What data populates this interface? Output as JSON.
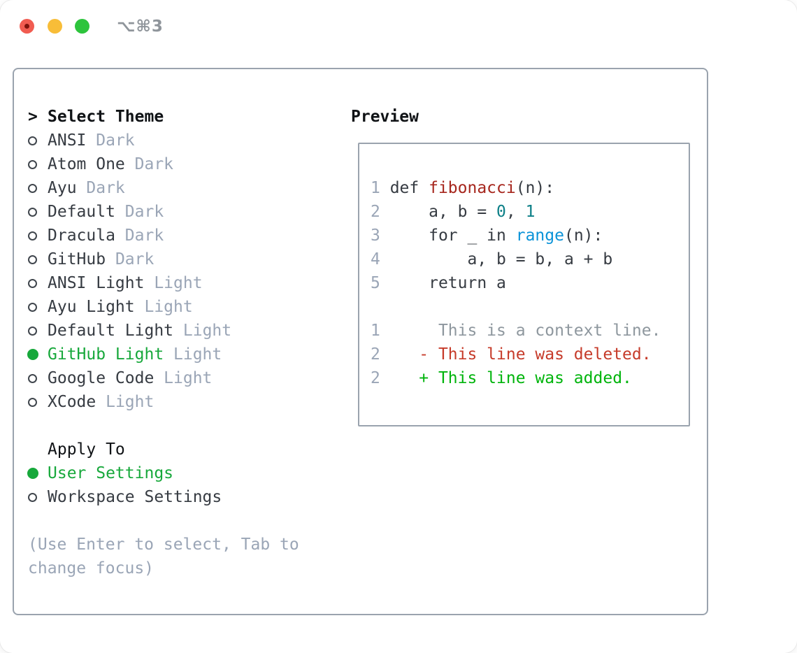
{
  "window": {
    "title": "⌥⌘3",
    "traffic_lights": [
      "close",
      "minimize",
      "zoom"
    ]
  },
  "colors": {
    "selected_green": "#17a83b",
    "added_green": "#00b40c",
    "deleted_red": "#c63b2a",
    "function_red": "#a6261d",
    "number_teal": "#0c7f87",
    "builtin_blue": "#0b93d8",
    "muted_gray": "#9aa5b6",
    "text_dark": "#363b42",
    "panel_border": "#9aa3ae"
  },
  "theme_section": {
    "prompt": ">",
    "title": "Select Theme",
    "options": [
      {
        "name": "ANSI",
        "variant": "Dark",
        "selected": false
      },
      {
        "name": "Atom One",
        "variant": "Dark",
        "selected": false
      },
      {
        "name": "Ayu",
        "variant": "Dark",
        "selected": false
      },
      {
        "name": "Default",
        "variant": "Dark",
        "selected": false
      },
      {
        "name": "Dracula",
        "variant": "Dark",
        "selected": false
      },
      {
        "name": "GitHub",
        "variant": "Dark",
        "selected": false
      },
      {
        "name": "ANSI Light",
        "variant": "Light",
        "selected": false
      },
      {
        "name": "Ayu Light",
        "variant": "Light",
        "selected": false
      },
      {
        "name": "Default Light",
        "variant": "Light",
        "selected": false
      },
      {
        "name": "GitHub Light",
        "variant": "Light",
        "selected": true
      },
      {
        "name": "Google Code",
        "variant": "Light",
        "selected": false
      },
      {
        "name": "XCode",
        "variant": "Light",
        "selected": false
      }
    ]
  },
  "apply_section": {
    "title": "Apply To",
    "options": [
      {
        "name": "User Settings",
        "selected": true
      },
      {
        "name": "Workspace Settings",
        "selected": false
      }
    ]
  },
  "hint_lines": [
    "(Use Enter to select, Tab to",
    "change focus)"
  ],
  "preview": {
    "title": "Preview",
    "code_lines": [
      [
        {
          "t": "1 ",
          "c": "num"
        },
        {
          "t": "def ",
          "c": "code"
        },
        {
          "t": "fibonacci",
          "c": "func"
        },
        {
          "t": "(n):",
          "c": "code"
        }
      ],
      [
        {
          "t": "2 ",
          "c": "num"
        },
        {
          "t": "    a, b = ",
          "c": "code"
        },
        {
          "t": "0",
          "c": "lit"
        },
        {
          "t": ", ",
          "c": "code"
        },
        {
          "t": "1",
          "c": "lit"
        }
      ],
      [
        {
          "t": "3 ",
          "c": "num"
        },
        {
          "t": "    for _ in ",
          "c": "code"
        },
        {
          "t": "range",
          "c": "blt"
        },
        {
          "t": "(n):",
          "c": "code"
        }
      ],
      [
        {
          "t": "4 ",
          "c": "num"
        },
        {
          "t": "        a, b = b, a + b",
          "c": "code"
        }
      ],
      [
        {
          "t": "5 ",
          "c": "num"
        },
        {
          "t": "    return a",
          "c": "code"
        }
      ],
      [
        {
          "t": "",
          "c": "code"
        }
      ],
      [
        {
          "t": "1",
          "c": "num"
        },
        {
          "t": "      This is a context line.",
          "c": "ctx"
        }
      ],
      [
        {
          "t": "2",
          "c": "num"
        },
        {
          "t": "    - This line was deleted.",
          "c": "del"
        }
      ],
      [
        {
          "t": "2",
          "c": "num"
        },
        {
          "t": "    + This line was added.",
          "c": "add"
        }
      ]
    ]
  }
}
